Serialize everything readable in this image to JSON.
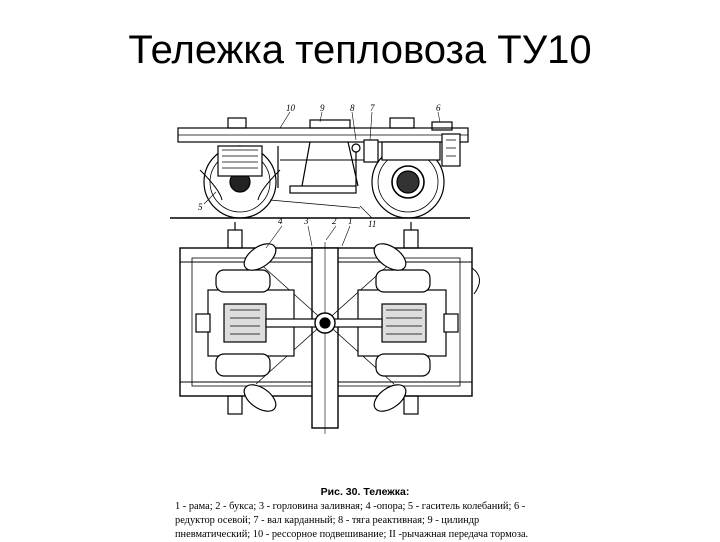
{
  "slide": {
    "title": "Тележка тепловоза ТУ10"
  },
  "figure": {
    "callouts_side": [
      "10",
      "9",
      "8",
      "7",
      "6",
      "5",
      "11"
    ],
    "callouts_plan": [
      "4",
      "3",
      "2",
      "1"
    ],
    "caption_title": "Рис. 30. Тележка:",
    "caption_lines": [
      "1 - рама; 2 - букса; 3 - горловина заливная; 4 -опора; 5 - гаситель колебаний; 6 -",
      "редуктор осевой; 7 - вал карданный; 8 - тяга реактивная;                    9 - цилиндр",
      "пневматический; 10 - рессорное подвешивание; II -рычажная передача тормоза."
    ]
  }
}
